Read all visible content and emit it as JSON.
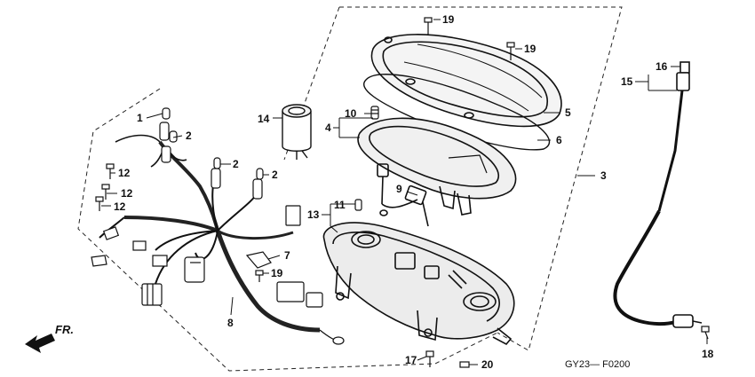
{
  "callouts": [
    {
      "id": "c1",
      "text": "1"
    },
    {
      "id": "c2a",
      "text": "2"
    },
    {
      "id": "c2b",
      "text": "2"
    },
    {
      "id": "c2c",
      "text": "2"
    },
    {
      "id": "c3",
      "text": "3"
    },
    {
      "id": "c4",
      "text": "4"
    },
    {
      "id": "c5",
      "text": "5"
    },
    {
      "id": "c6",
      "text": "6"
    },
    {
      "id": "c7",
      "text": "7"
    },
    {
      "id": "c8",
      "text": "8"
    },
    {
      "id": "c9",
      "text": "9"
    },
    {
      "id": "c10",
      "text": "10"
    },
    {
      "id": "c11",
      "text": "11"
    },
    {
      "id": "c12a",
      "text": "12"
    },
    {
      "id": "c12b",
      "text": "12"
    },
    {
      "id": "c12c",
      "text": "12"
    },
    {
      "id": "c13",
      "text": "13"
    },
    {
      "id": "c14",
      "text": "14"
    },
    {
      "id": "c15",
      "text": "15"
    },
    {
      "id": "c16",
      "text": "16"
    },
    {
      "id": "c17",
      "text": "17"
    },
    {
      "id": "c18",
      "text": "18"
    },
    {
      "id": "c19a",
      "text": "19"
    },
    {
      "id": "c19b",
      "text": "19"
    },
    {
      "id": "c19c",
      "text": "19"
    },
    {
      "id": "c20",
      "text": "20"
    }
  ],
  "direction_label": "FR.",
  "diagram_code": "GY23— F0200"
}
